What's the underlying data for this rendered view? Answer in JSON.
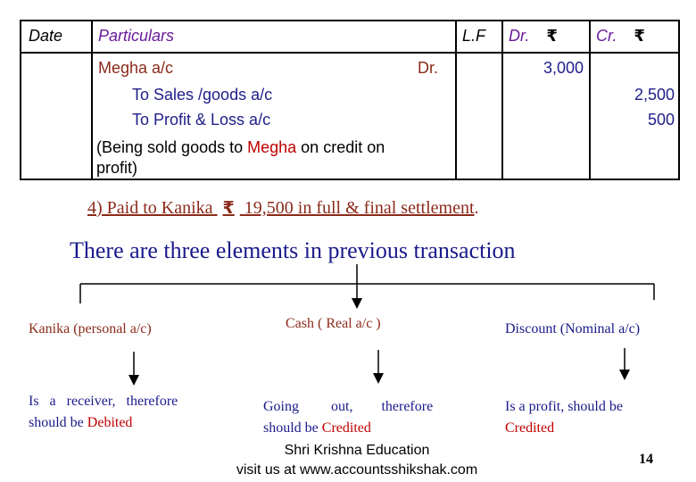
{
  "table": {
    "headers": {
      "date": "Date",
      "particulars": "Particulars",
      "lf": "L.F",
      "dr": "Dr.",
      "cr": "Cr.",
      "currency_symbol": "₹"
    },
    "entry": {
      "debit_account": "Megha a/c",
      "dr_marker": "Dr.",
      "credit_line_1": "To Sales /goods a/c",
      "credit_line_2": "To Profit & Loss a/c",
      "narration_prefix": "(Being sold goods to ",
      "narration_name": "Megha",
      "narration_suffix": " on credit on",
      "narration_line_2": "profit)",
      "debit_amount": "3,000",
      "credit_amount_1": "2,500",
      "credit_amount_2": "500"
    }
  },
  "transaction": {
    "prefix": "4) Paid to Kanika",
    "currency_symbol": "₹",
    "suffix": "19,500 in full & final settlement",
    "end": "."
  },
  "elements_heading": "There are three elements in previous transaction",
  "elements": [
    {
      "title": "Kanika (personal a/c)",
      "desc_line_1": "Is   a   receiver,   therefore",
      "desc_line_2_prefix": "should be ",
      "desc_line_2_highlight": "Debited"
    },
    {
      "title": "Cash ( Real a/c )",
      "desc_line_1": "Going         out,        therefore",
      "desc_line_2_prefix": "should be ",
      "desc_line_2_highlight": "Credited"
    },
    {
      "title": "Discount (Nominal a/c)",
      "desc_line_1": "Is a profit, should be",
      "desc_line_2_prefix": "",
      "desc_line_2_highlight": "Credited"
    }
  ],
  "footer": {
    "org": "Shri Krishna Education",
    "site": "visit us at www.accountsshikshak.com",
    "page_number": "14"
  }
}
